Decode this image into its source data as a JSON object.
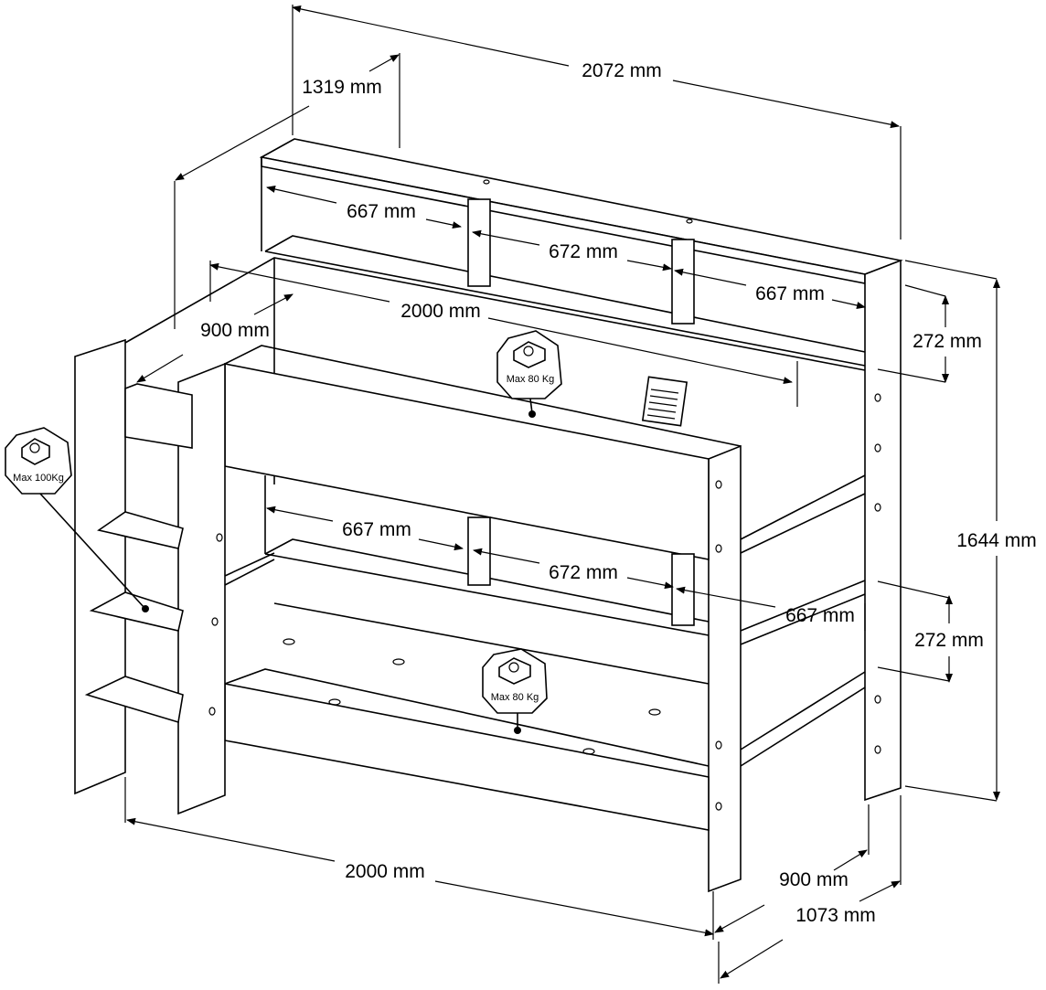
{
  "dimensions": {
    "overall_width": "2072 mm",
    "overall_depth_top": "1319 mm",
    "top_shelf_left": "667 mm",
    "top_shelf_middle": "672 mm",
    "top_shelf_right": "667 mm",
    "upper_bed_depth": "900 mm",
    "upper_bed_length": "2000 mm",
    "upper_guard_height": "272 mm",
    "overall_height": "1644 mm",
    "lower_shelf_left": "667 mm",
    "lower_shelf_middle": "672 mm",
    "lower_shelf_right": "667 mm",
    "lower_guard_height": "272 mm",
    "bottom_length": "2000 mm",
    "bottom_depth": "900 mm",
    "bottom_overall_depth": "1073 mm"
  },
  "load_tags": {
    "ladder": "Max 100Kg",
    "upper_bed": "Max 80  Kg",
    "lower_bed": "Max 80  Kg"
  },
  "icons": {
    "weight": "weight-tag-icon",
    "instruction": "instruction-sheet-icon"
  }
}
